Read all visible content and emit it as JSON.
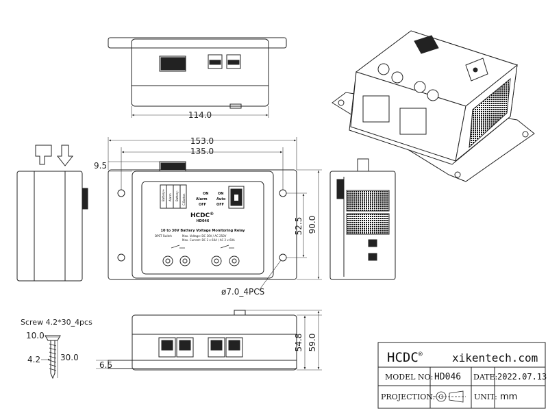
{
  "dimensions": {
    "top_width": "114.0",
    "overall_width": "153.0",
    "hole_spacing": "135.0",
    "offset_top": "9.5",
    "hole_vertical": "52.5",
    "overall_height": "90.0",
    "hole_diameter": "ø7.0_4PCS",
    "height_body": "54.8",
    "height_total": "59.0",
    "flange_thickness": "6.5",
    "screw_spec": "Screw 4.2*30_4pcs",
    "screw_head": "10.0",
    "screw_shank": "4.2",
    "screw_length": "30.0"
  },
  "panel": {
    "brand": "HCDC",
    "brand_mark": "®",
    "model": "HD046",
    "title": "10 to 30V Battery Voltage Monitoring Relay",
    "switch_type": "DPST Switch",
    "max_voltage": "Max. Voltage: DC 30V / AC 250V",
    "max_current": "Max. Current: DC 2 x 60A / AC 2 x 60A",
    "mode_on": "ON",
    "mode_alarm": "Alarm",
    "mode_off": "OFF",
    "mode_on2": "ON",
    "mode_auto": "Auto",
    "mode_off2": "OFF",
    "term_1": "Battery+",
    "term_2": "Alarm",
    "term_3": "Battery-",
    "term_4": "C.Button"
  },
  "title_block": {
    "brand": "HCDC",
    "brand_mark": "®",
    "website": "xikentech.com",
    "model_label": "MODEL NO:",
    "model_value": "HD046",
    "date_label": "DATE:",
    "date_value": "2022.07.13",
    "projection_label": "PROJECTION:",
    "unit_label": "UNIT:",
    "unit_value": "mm"
  },
  "colors": {
    "line": "#222222",
    "dim": "#333333",
    "fill_dark": "#1a1a1a"
  }
}
